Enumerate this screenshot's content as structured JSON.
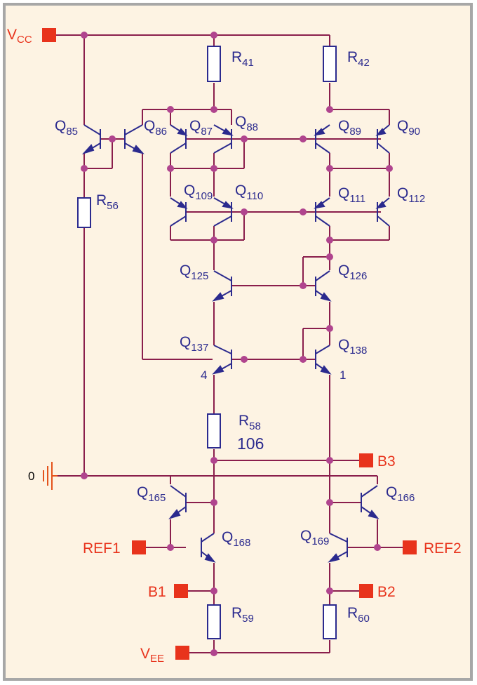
{
  "colors": {
    "background": "#fdf3e3",
    "frame": "#a7a7a7",
    "wire": "#8a1e4c",
    "device": "#2b2a8e",
    "node": "#b0448e",
    "port": "#e8331c"
  },
  "ports": {
    "vcc": {
      "main": "V",
      "sub": "CC"
    },
    "vee": {
      "main": "V",
      "sub": "EE"
    },
    "b1": "B1",
    "b2": "B2",
    "b3": "B3",
    "ref1": "REF1",
    "ref2": "REF2"
  },
  "ground": {
    "label": "0"
  },
  "resistors": {
    "r41": {
      "main": "R",
      "sub": "41"
    },
    "r42": {
      "main": "R",
      "sub": "42"
    },
    "r56": {
      "main": "R",
      "sub": "56"
    },
    "r58": {
      "main": "R",
      "sub": "58",
      "value": "106"
    },
    "r59": {
      "main": "R",
      "sub": "59"
    },
    "r60": {
      "main": "R",
      "sub": "60"
    }
  },
  "transistors": {
    "q85": {
      "main": "Q",
      "sub": "85"
    },
    "q86": {
      "main": "Q",
      "sub": "86"
    },
    "q87": {
      "main": "Q",
      "sub": "87"
    },
    "q88": {
      "main": "Q",
      "sub": "88"
    },
    "q89": {
      "main": "Q",
      "sub": "89"
    },
    "q90": {
      "main": "Q",
      "sub": "90"
    },
    "q109": {
      "main": "Q",
      "sub": "109"
    },
    "q110": {
      "main": "Q",
      "sub": "110"
    },
    "q111": {
      "main": "Q",
      "sub": "111"
    },
    "q112": {
      "main": "Q",
      "sub": "112"
    },
    "q125": {
      "main": "Q",
      "sub": "125"
    },
    "q126": {
      "main": "Q",
      "sub": "126"
    },
    "q137": {
      "main": "Q",
      "sub": "137"
    },
    "q138": {
      "main": "Q",
      "sub": "138"
    },
    "q165": {
      "main": "Q",
      "sub": "165"
    },
    "q166": {
      "main": "Q",
      "sub": "166"
    },
    "q168": {
      "main": "Q",
      "sub": "168"
    },
    "q169": {
      "main": "Q",
      "sub": "169"
    }
  },
  "node_labels": {
    "n4": "4",
    "n1": "1"
  }
}
